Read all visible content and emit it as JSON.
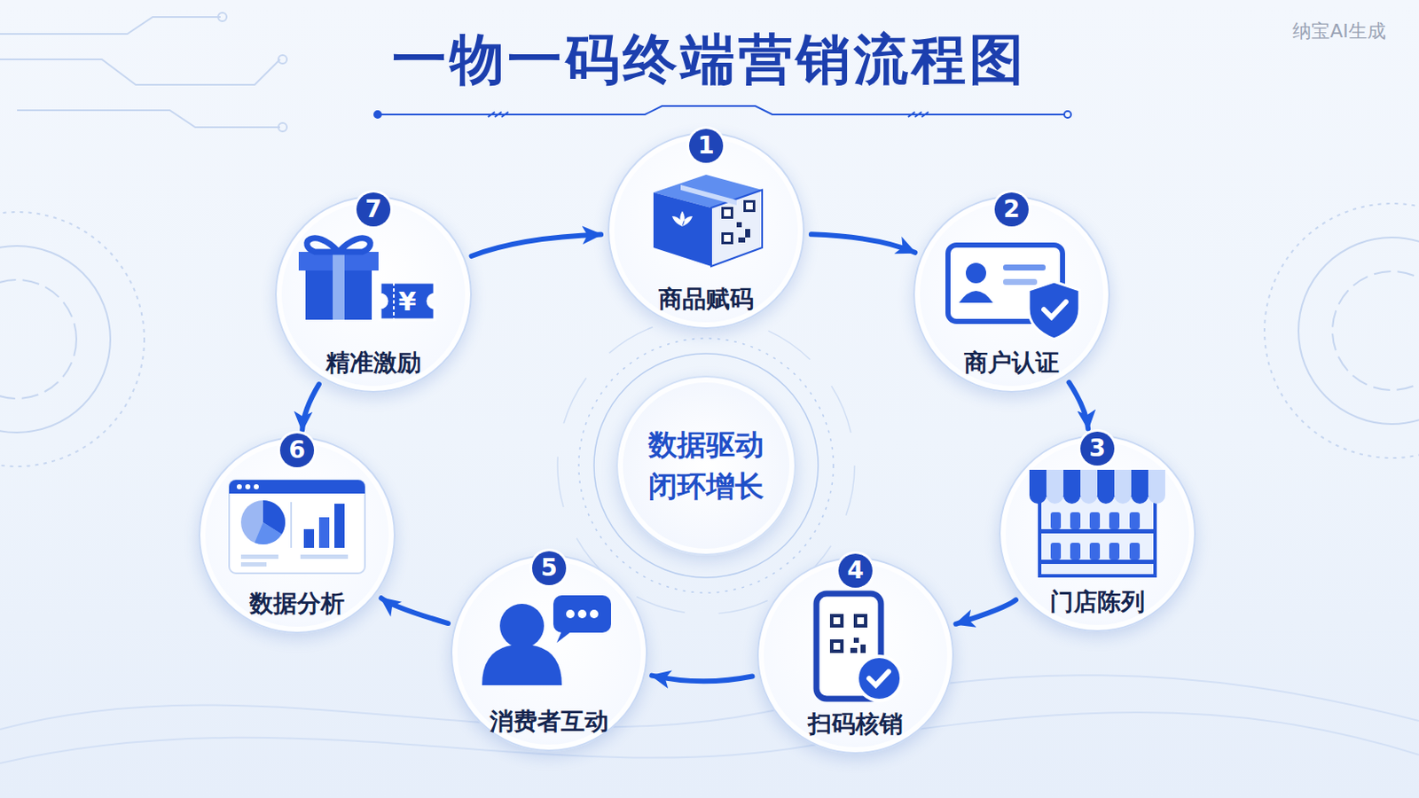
{
  "diagram": {
    "title": "一物一码终端营销流程图",
    "nodes": [
      {
        "text": [
          "1",
          "商品赋码"
        ]
      },
      {
        "text": [
          "2",
          "商户认证"
        ]
      },
      {
        "text": [
          "3",
          "门店陈列"
        ]
      },
      {
        "text": [
          "4",
          "扫码核销"
        ]
      },
      {
        "text": [
          "5",
          "消费者互动"
        ]
      },
      {
        "text": [
          "6",
          "数据分析"
        ]
      },
      {
        "text": [
          "7",
          "精准激励"
        ]
      },
      {
        "text": [
          "数据驱动 闭环增长"
        ]
      }
    ],
    "edges": [
      {
        "from": 0,
        "to": 1,
        "arrow": "to"
      },
      {
        "from": 1,
        "to": 2,
        "arrow": "to"
      },
      {
        "from": 2,
        "to": 3,
        "arrow": "to"
      },
      {
        "from": 3,
        "to": 4,
        "arrow": "to"
      },
      {
        "from": 4,
        "to": 5,
        "arrow": "to"
      },
      {
        "from": 6,
        "to": 5,
        "arrow": "to"
      },
      {
        "from": 6,
        "to": 0,
        "arrow": "to"
      }
    ],
    "labels": [
      "纳宝AI生成",
      "¥"
    ]
  }
}
